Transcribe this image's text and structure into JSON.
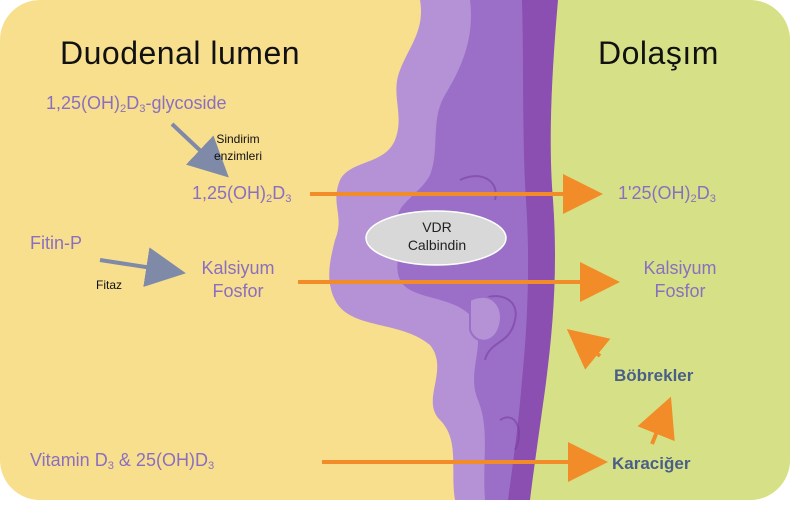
{
  "titles": {
    "left": "Duodenal lumen",
    "right": "Dolaşım"
  },
  "labels": {
    "glycoside": {
      "pre": "1,25(OH)",
      "sub1": "2",
      "mid": "D",
      "sub2": "3",
      "post": "-glycoside"
    },
    "enzymes": "Sindirim\nenzimleri",
    "dihydroxy_left": {
      "pre": "1,25(OH)",
      "sub1": "2",
      "mid": "D",
      "sub2": "3"
    },
    "dihydroxy_right": {
      "pre": "1'25(OH)",
      "sub1": "2",
      "mid": "D",
      "sub2": "3"
    },
    "phytin": "Fitin-P",
    "phytase": "Fitaz",
    "calcium_phosphorus_left": "Kalsiyum\nFosfor",
    "calcium_phosphorus_right": "Kalsiyum\nFosfor",
    "vdr": "VDR",
    "calbindin": "Calbindin",
    "kidneys": "Böbrekler",
    "liver": "Karaciğer",
    "vitamin_d": {
      "pre": "Vitamin D",
      "sub1": "3",
      "mid": " & 25(OH)D",
      "sub2": "3"
    }
  },
  "colors": {
    "lumen_bg": "#f8df8e",
    "circulation_bg": "#d6e187",
    "tissue_light": "#b592d6",
    "tissue_mid": "#9b6fc8",
    "tissue_dark": "#8a4fb0",
    "arrow_orange": "#f28c28",
    "arrow_gray": "#7f89a8",
    "ellipse_fill": "#d8d8d8",
    "purple_text": "#8a6fc0",
    "navy_text": "#4a5f86"
  }
}
